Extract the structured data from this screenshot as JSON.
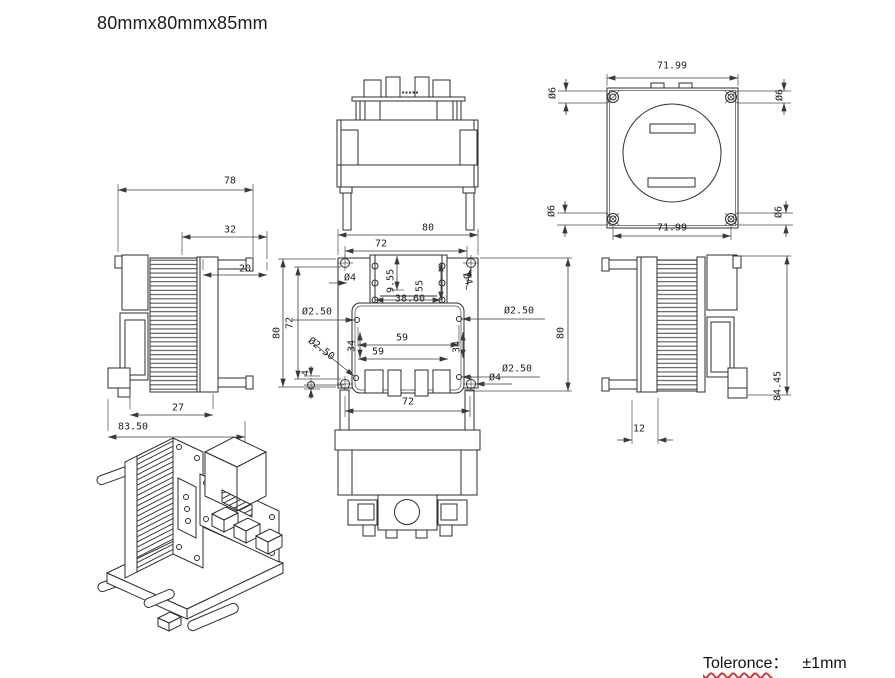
{
  "title": "80mmx80mmx85mm",
  "tolerance": {
    "label": "Toleronce",
    "colon": "：",
    "value": "±1mm"
  },
  "dims": {
    "d7199": "71.99",
    "phi6": "Ø6",
    "d78": "78",
    "d32": "32",
    "d20": "20",
    "d27": "27",
    "d8350": "83.50",
    "d80": "80",
    "d72": "72",
    "phi4": "Ø4",
    "d955": "9.55",
    "d3860": "38.60",
    "d55": "55",
    "phi250": "Ø2.50",
    "d59": "59",
    "d34": "34",
    "d4": "4",
    "d8445": "84.45",
    "d12": "12"
  }
}
